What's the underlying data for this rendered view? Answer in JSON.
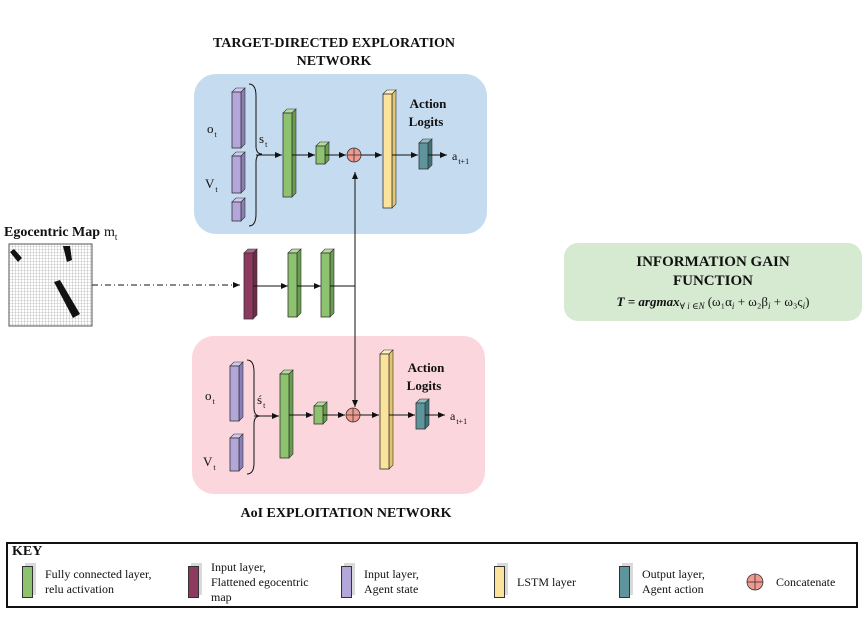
{
  "colors": {
    "fc": "#8dc26f",
    "flattened": "#8e3a5f",
    "agent_state": "#b3a7d9",
    "lstm": "#fbe39b",
    "output": "#5e959c",
    "concat": "#f09a8f",
    "target_bg": "#c5dcf0",
    "aoi_bg": "#fbd6dc",
    "gain_bg": "#d5ead0"
  },
  "target_network": {
    "title_line1": "TARGET-DIRECTED EXPLORATION",
    "title_line2": "NETWORK",
    "input_o": "o",
    "input_o_sub": "t",
    "input_v": "V",
    "input_v_sub": "t",
    "state": "s",
    "state_sub": "t",
    "action_line1": "Action",
    "action_line2": "Logits",
    "output": "a",
    "output_sub": "t+1"
  },
  "aoi_network": {
    "title": "AoI EXPLOITATION NETWORK",
    "input_o": "o",
    "input_o_sub": "t",
    "input_v": "V",
    "input_v_sub": "t",
    "state": "ś",
    "state_sub": "t",
    "action_line1": "Action",
    "action_line2": "Logits",
    "output": "a",
    "output_sub": "t+1"
  },
  "egocentric_map": {
    "label": "Egocentric Map",
    "symbol": "m",
    "symbol_sub": "t"
  },
  "info_gain": {
    "title_line1": "INFORMATION GAIN",
    "title_line2": "FUNCTION",
    "formula_lhs": "T = argmax",
    "formula_sub": "∀ i ∈N",
    "formula_rhs": "(ω₁α",
    "formula_rest": " + ω₂β",
    "formula_end": " + ω₃ς",
    "formula_i": "i",
    "formula_close": ")"
  },
  "key": {
    "title": "KEY",
    "items": [
      {
        "label": "Fully connected layer,\nrelu activation",
        "color": "#8dc26f"
      },
      {
        "label": "Input layer,\nFlattened egocentric\nmap",
        "color": "#8e3a5f"
      },
      {
        "label": "Input layer,\nAgent state",
        "color": "#b3a7d9"
      },
      {
        "label": "LSTM layer",
        "color": "#fbe39b"
      },
      {
        "label": "Output layer,\nAgent action",
        "color": "#5e959c"
      },
      {
        "label": "Concatenate",
        "color": "#f09a8f"
      }
    ]
  }
}
